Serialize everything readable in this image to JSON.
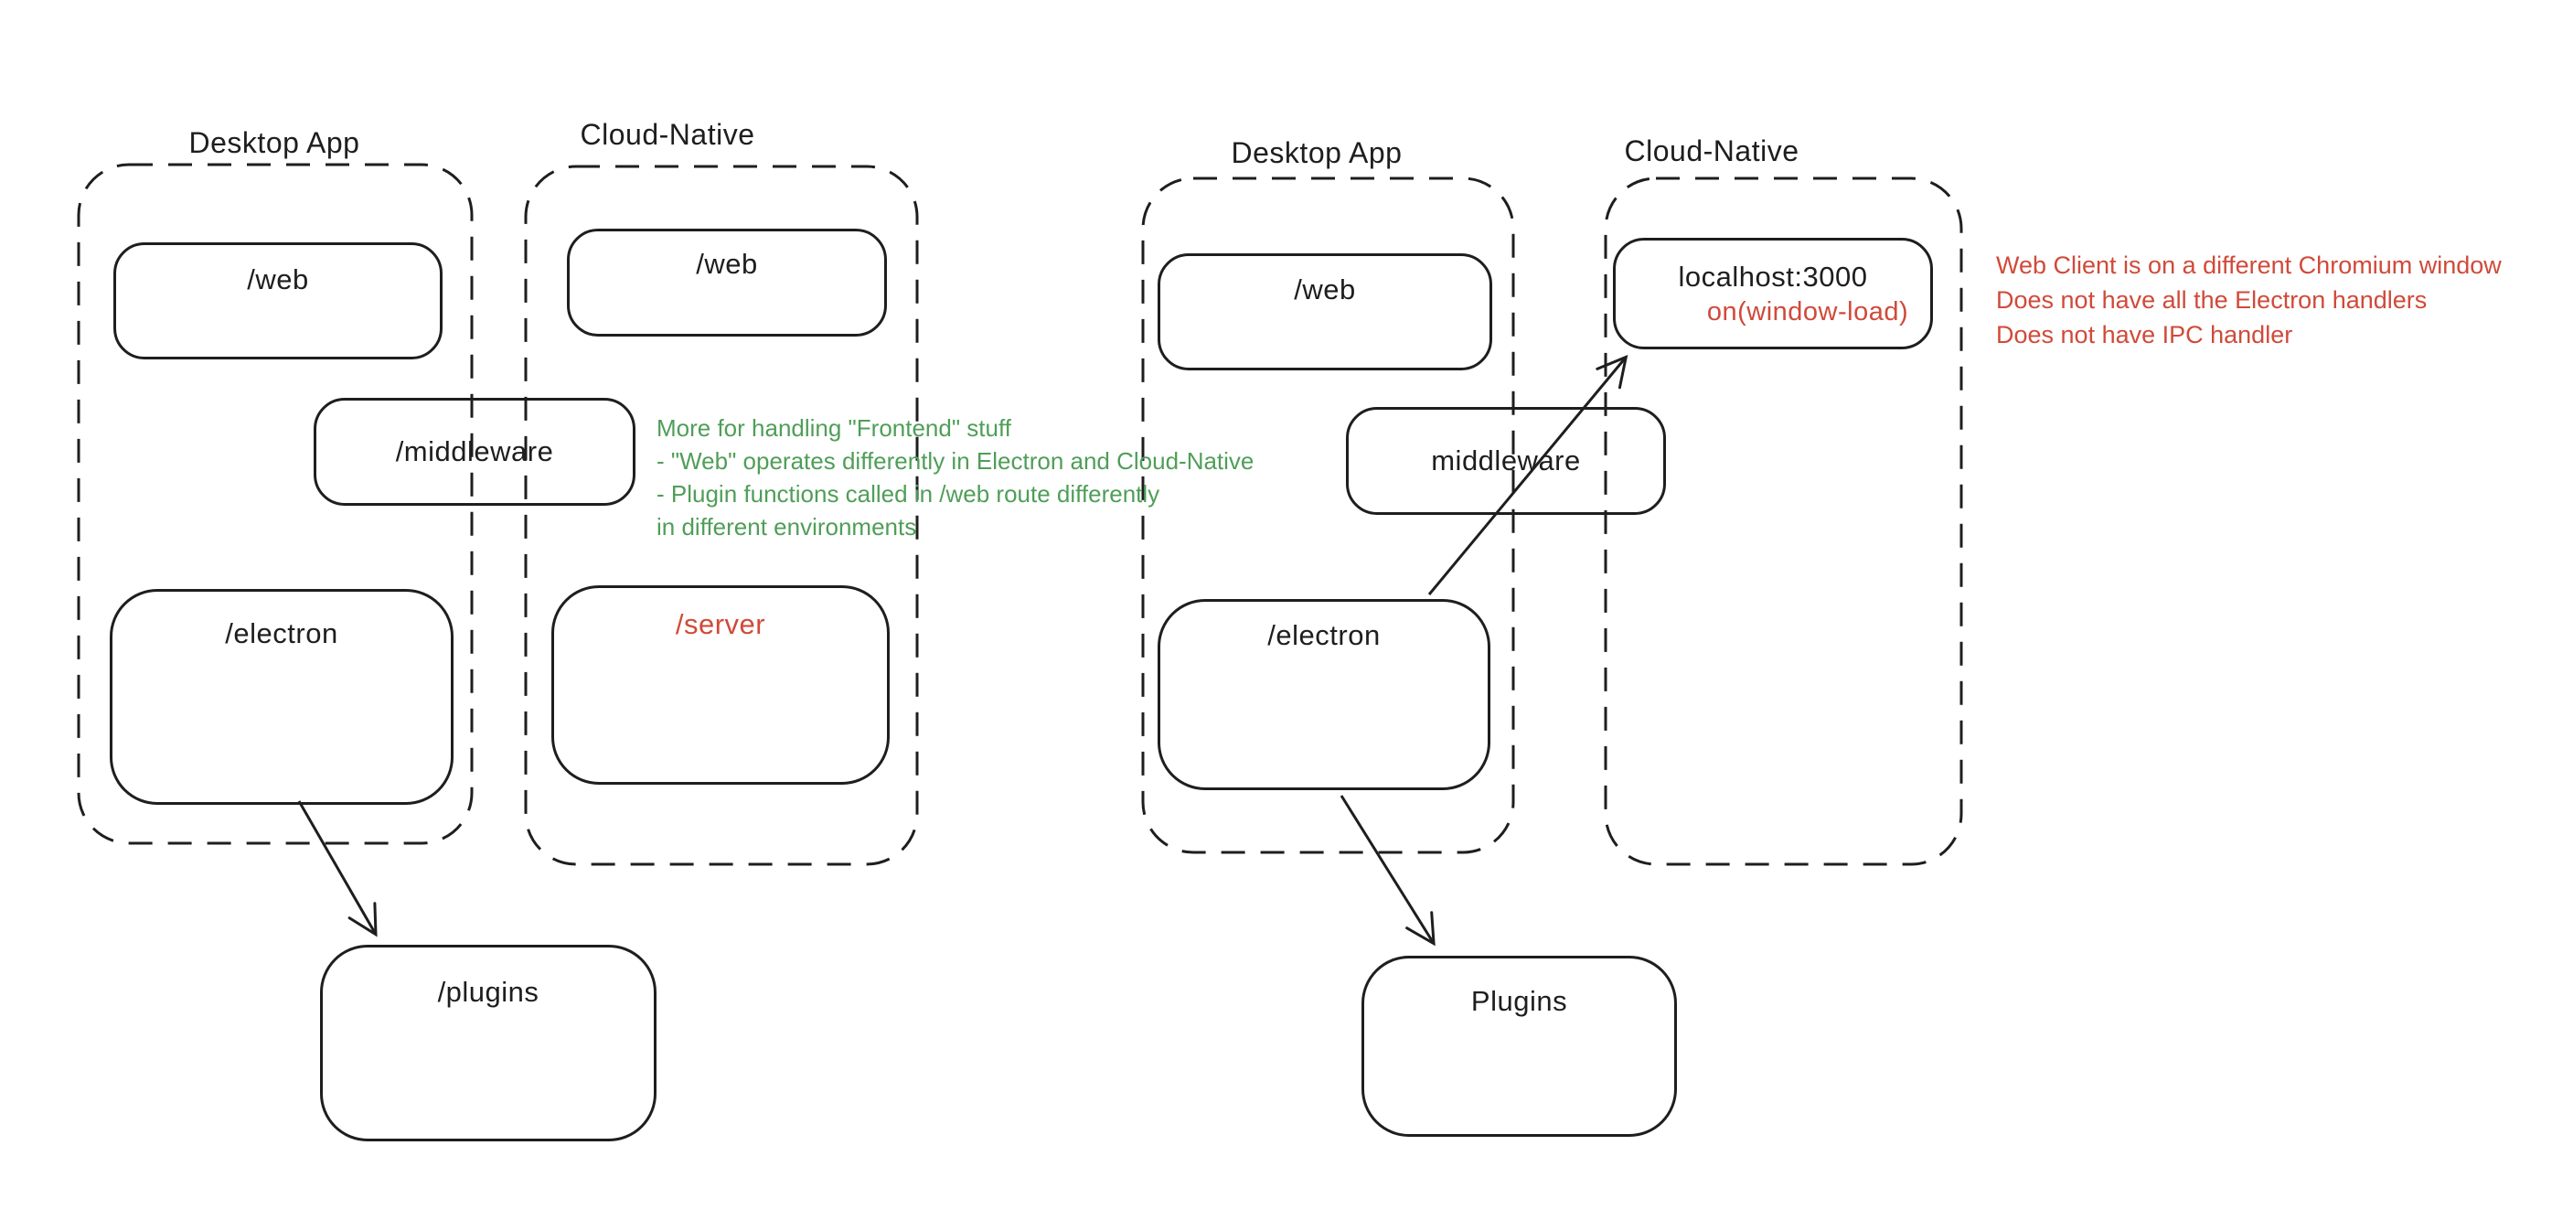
{
  "colors": {
    "ink": "#1e1e1e",
    "green": "#4f9e58",
    "red": "#d04a3a",
    "background": "#ffffff"
  },
  "left": {
    "desktop_label": "Desktop App",
    "cloud_label": "Cloud-Native",
    "web_desktop": "/web",
    "web_cloud": "/web",
    "electron": "/electron",
    "server": "/server",
    "middleware": "/middleware",
    "plugins": "/plugins",
    "green_note": [
      "More for handling \"Frontend\" stuff",
      "- \"Web\" operates differently in Electron and Cloud-Native",
      "- Plugin functions called in /web route differently",
      "in different environments"
    ]
  },
  "right": {
    "desktop_label": "Desktop App",
    "cloud_label": "Cloud-Native",
    "web_desktop": "/web",
    "electron": "/electron",
    "middleware": "middleware",
    "localhost": "localhost:3000",
    "window_load": "on(window-load)",
    "plugins": "Plugins",
    "red_note": [
      "Web Client is on a different Chromium window",
      "Does not have all the Electron handlers",
      "Does not have IPC handler"
    ]
  }
}
